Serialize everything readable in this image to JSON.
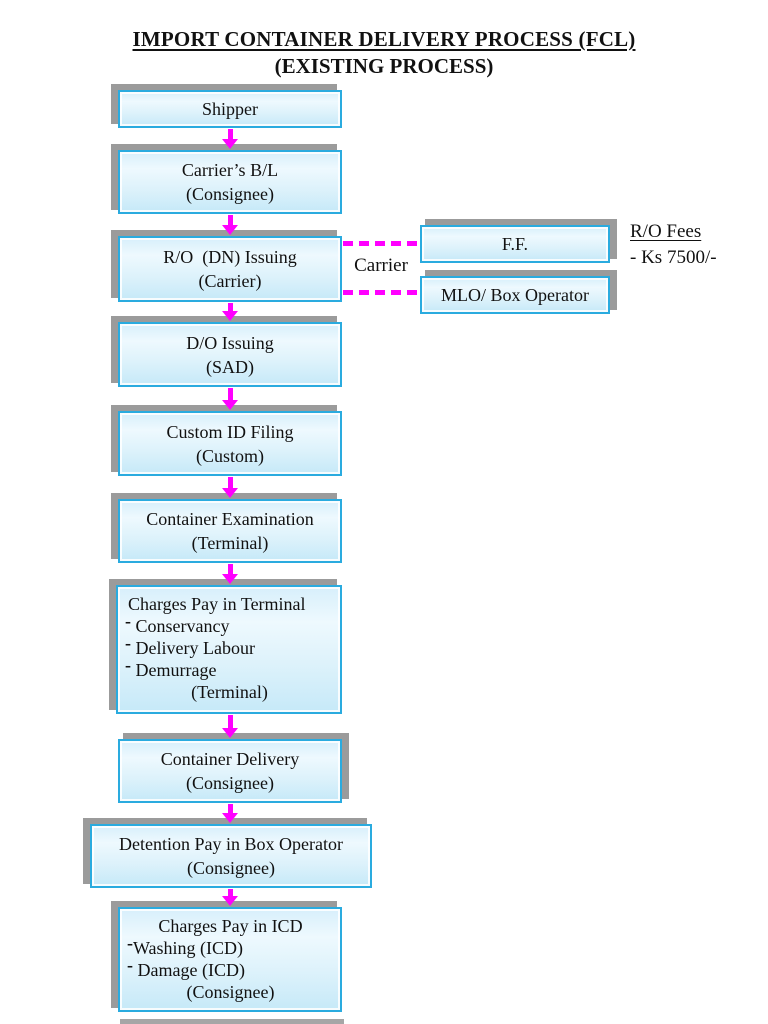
{
  "title": {
    "line1": "IMPORT CONTAINER DELIVERY PROCESS (FCL)",
    "line2": "(EXISTING PROCESS)"
  },
  "flow": {
    "shipper": {
      "l1": "Shipper"
    },
    "carriers_bl": {
      "l1": "Carrier’s B/L",
      "l2": "(Consignee)"
    },
    "ro_dn_issuing": {
      "l1": "R/O  (DN) Issuing",
      "l2": "(Carrier)"
    },
    "do_issuing": {
      "l1": "D/O Issuing",
      "l2": "(SAD)"
    },
    "custom_id_filing": {
      "l1": "Custom ID Filing",
      "l2": "(Custom)"
    },
    "container_examination": {
      "l1": "Container Examination",
      "l2": "(Terminal)"
    },
    "charges_terminal": {
      "l1": "Charges Pay in Terminal",
      "b1_mark": "-",
      "b1": " Conservancy",
      "b2_mark": "-",
      "b2": " Delivery Labour",
      "b3_mark": "-",
      "b3": " Demurrage",
      "footer": "(Terminal)"
    },
    "container_delivery": {
      "l1": "Container Delivery",
      "l2": "(Consignee)"
    },
    "detention_pay": {
      "l1": "Detention Pay in Box Operator",
      "l2": "(Consignee)"
    },
    "charges_icd": {
      "l1": "Charges Pay in ICD",
      "b1_mark": "-",
      "b1": "Washing (ICD)",
      "b2_mark": "-",
      "b2": " Damage (ICD)",
      "footer": "(Consignee)"
    }
  },
  "side": {
    "ff_label": "F.F.",
    "mlo_label": "MLO/ Box Operator",
    "connector_label": "Carrier"
  },
  "note": {
    "heading": "R/O Fees",
    "detail": "- Ks 7500/-"
  },
  "colors": {
    "arrow": "#ff00ff",
    "box_border": "#2aabdf",
    "box_fill_top": "#eef9fe",
    "box_fill_bottom": "#c6e9f8",
    "shadow": "#9b9b9b"
  }
}
